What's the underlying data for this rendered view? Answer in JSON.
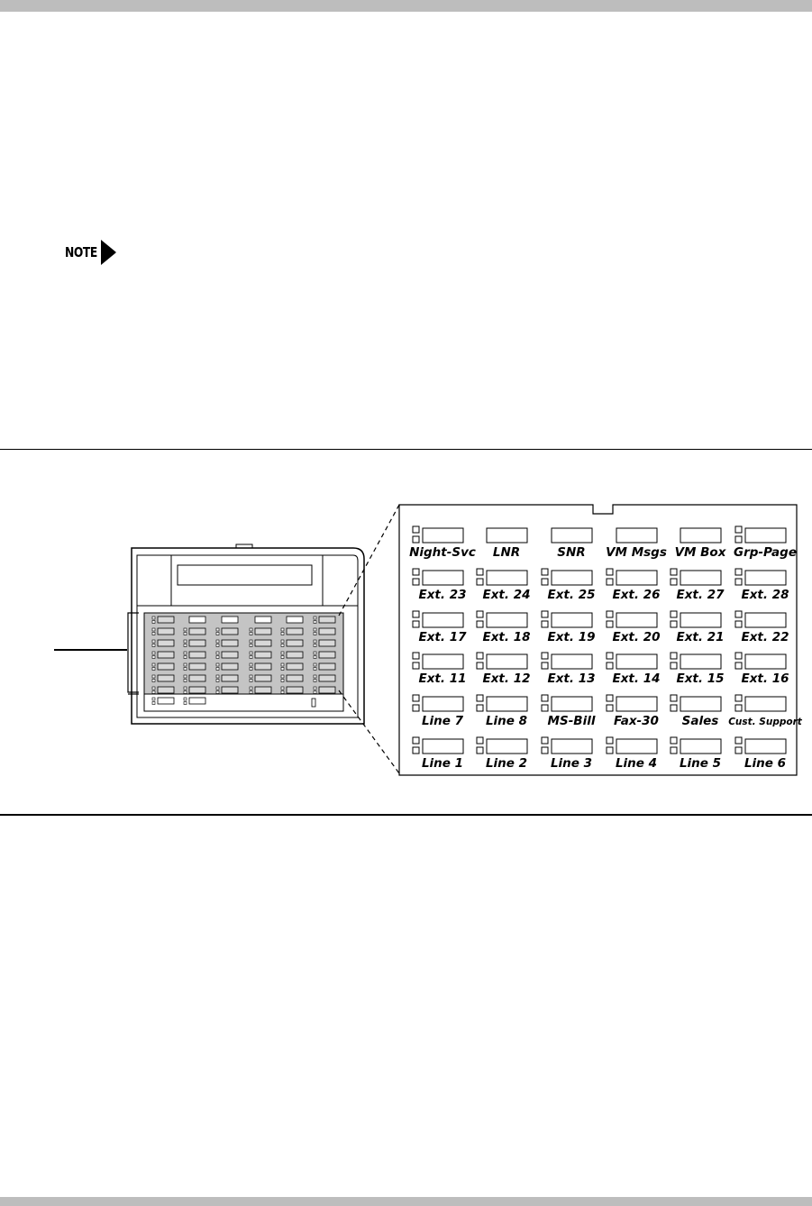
{
  "note": {
    "label": "NOTE"
  },
  "labels": [
    [
      "Night-Svc",
      "LNR",
      "SNR",
      "VM Msgs",
      "VM Box",
      "Grp-Page"
    ],
    [
      "Ext. 23",
      "Ext. 24",
      "Ext. 25",
      "Ext. 26",
      "Ext. 27",
      "Ext. 28"
    ],
    [
      "Ext. 17",
      "Ext. 18",
      "Ext. 19",
      "Ext. 20",
      "Ext. 21",
      "Ext. 22"
    ],
    [
      "Ext. 11",
      "Ext. 12",
      "Ext. 13",
      "Ext. 14",
      "Ext. 15",
      "Ext. 16"
    ],
    [
      "Line 7",
      "Line 8",
      "MS-Bill",
      "Fax-30",
      "Sales",
      "Cust. Support"
    ],
    [
      "Line 1",
      "Line 2",
      "Line 3",
      "Line 4",
      "Line 5",
      "Line 6"
    ]
  ],
  "led_rows": [
    [
      true,
      false,
      false,
      false,
      false,
      true
    ],
    [
      true,
      true,
      true,
      true,
      true,
      true
    ],
    [
      true,
      true,
      true,
      true,
      true,
      true
    ],
    [
      true,
      true,
      true,
      true,
      true,
      true
    ],
    [
      true,
      true,
      true,
      true,
      true,
      true
    ],
    [
      true,
      true,
      true,
      true,
      true,
      true
    ]
  ]
}
